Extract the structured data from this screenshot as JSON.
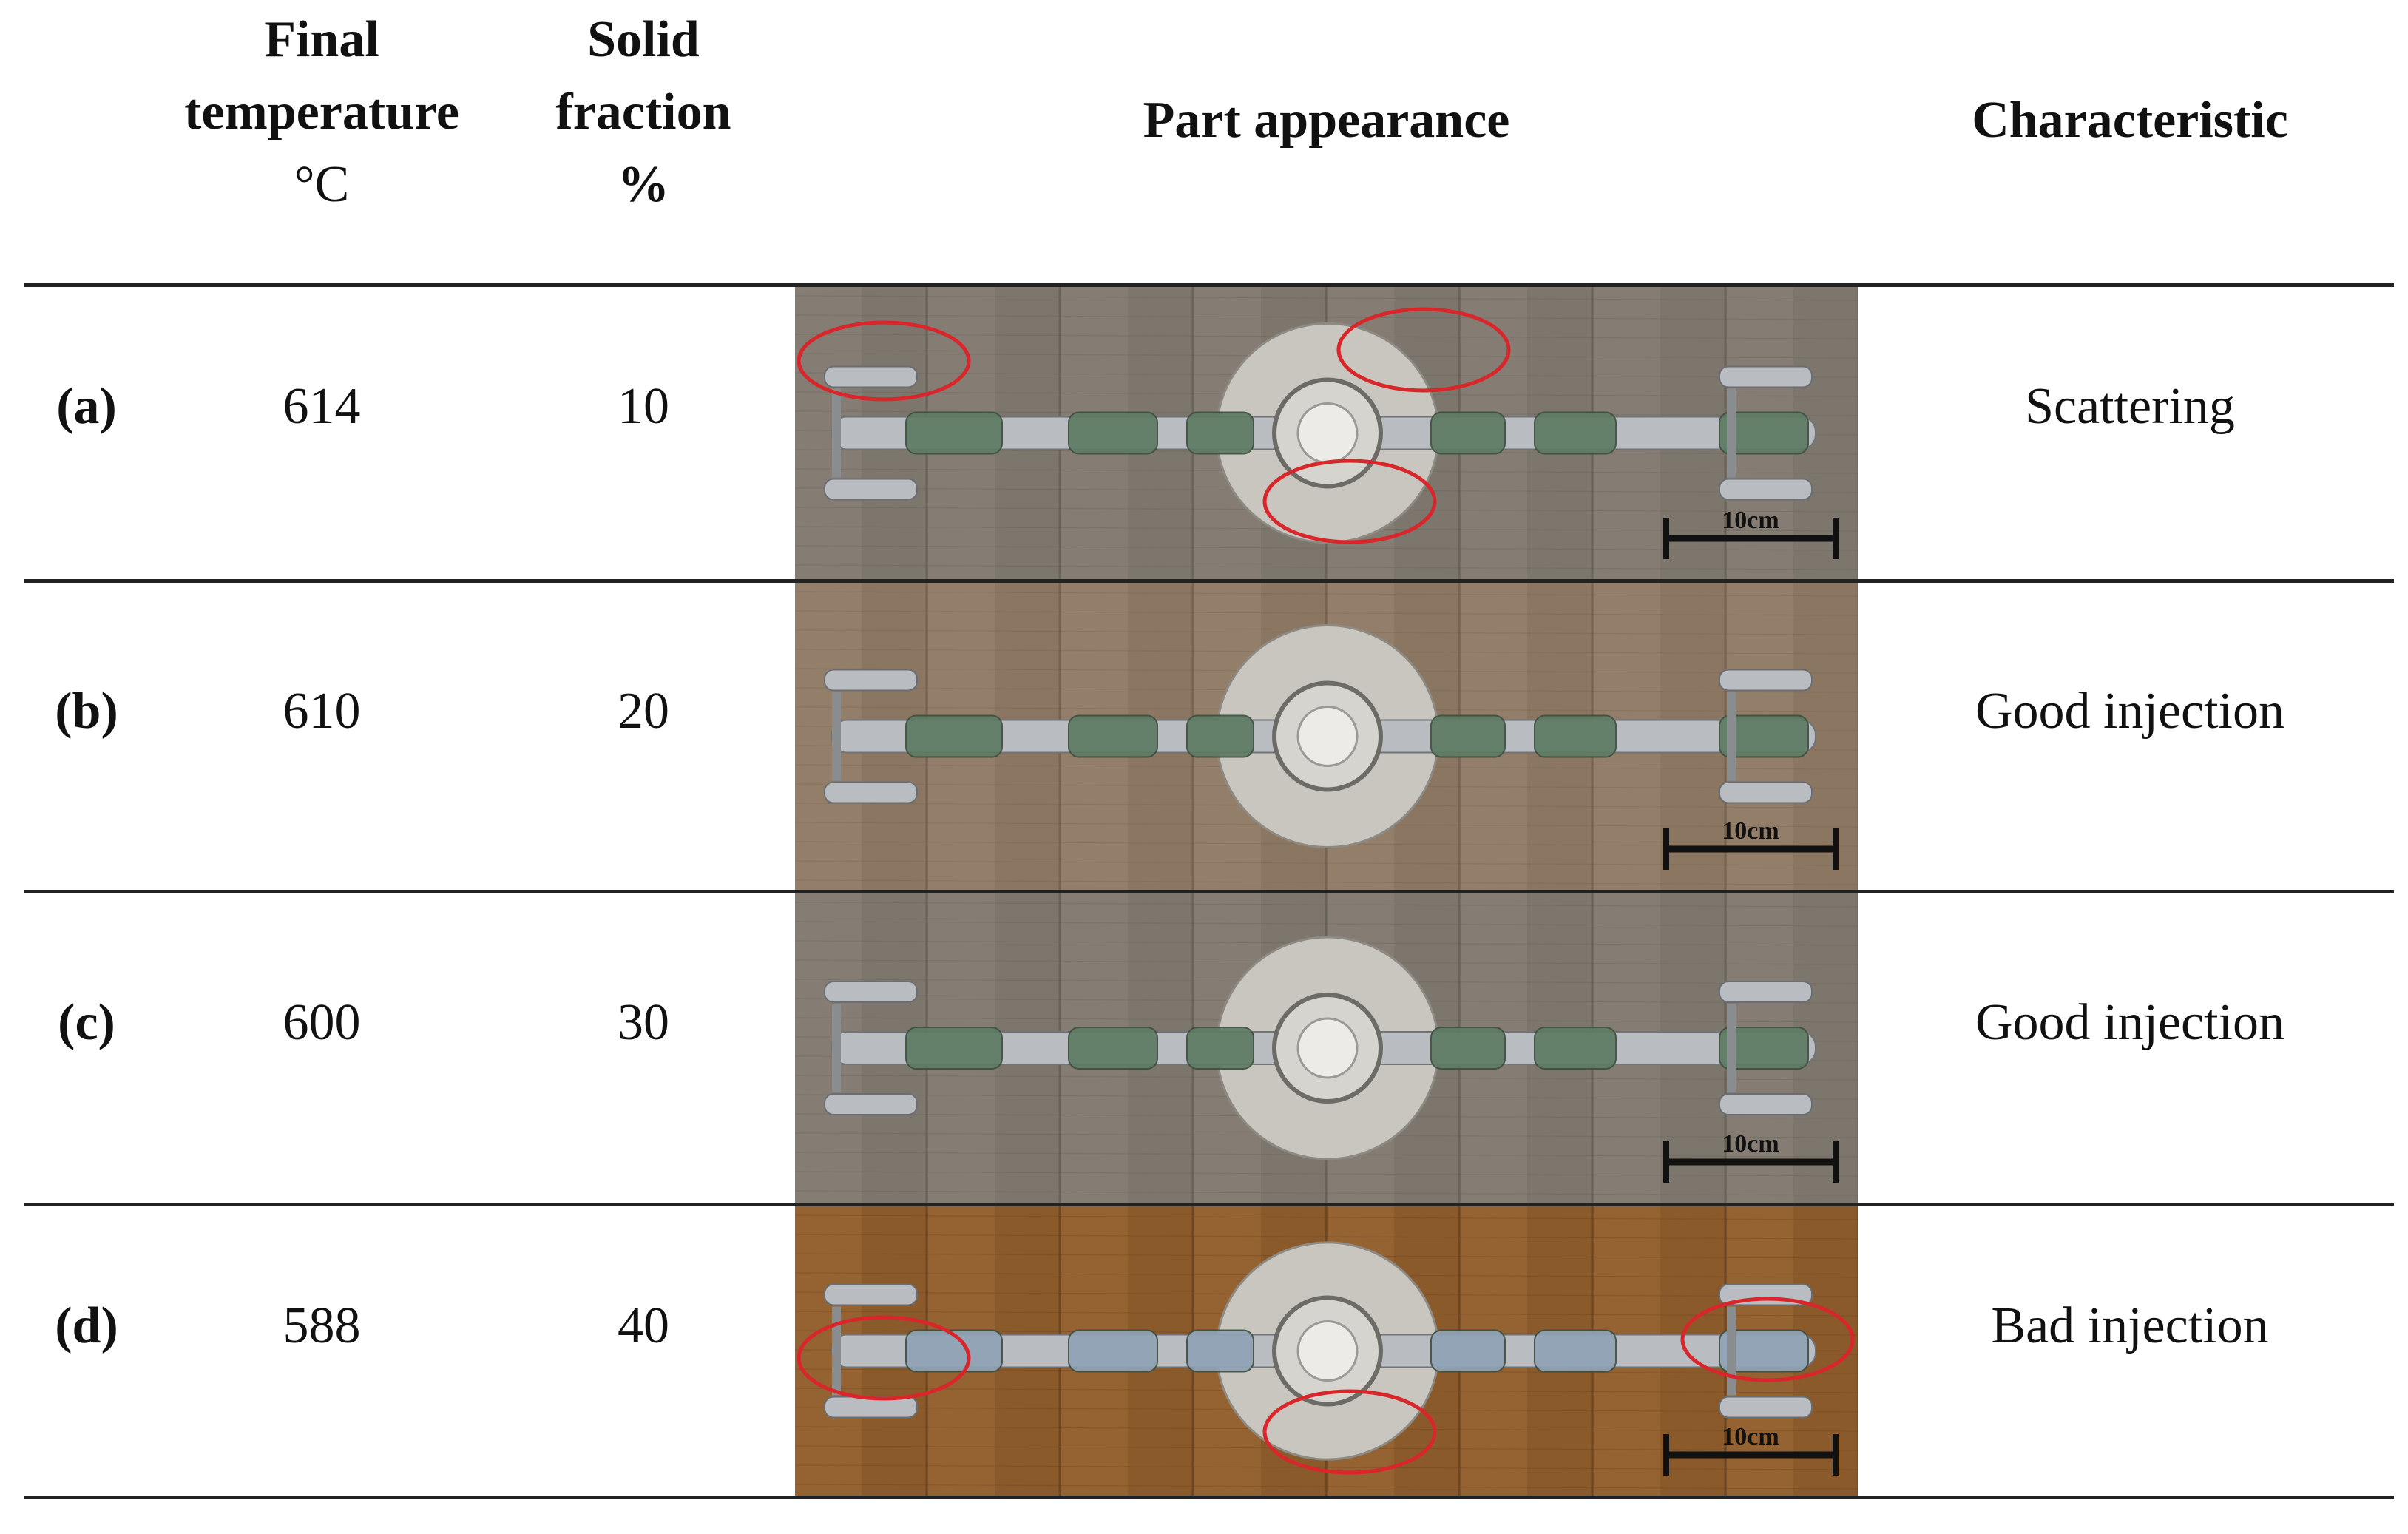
{
  "header": {
    "temperature": [
      "Final",
      "temperature",
      "°C"
    ],
    "solid_fraction": [
      "Solid",
      "fraction",
      "%"
    ],
    "appearance": "Part appearance",
    "characteristic": "Characteristic"
  },
  "rows": [
    {
      "label": "(a)",
      "temperature": "614",
      "solid_fraction": "10",
      "characteristic": "Scattering",
      "scale": "10cm",
      "background": "wood-gray"
    },
    {
      "label": "(b)",
      "temperature": "610",
      "solid_fraction": "20",
      "characteristic": "Good injection",
      "scale": "10cm",
      "background": "wood-brown"
    },
    {
      "label": "(c)",
      "temperature": "600",
      "solid_fraction": "30",
      "characteristic": "Good injection",
      "scale": "10cm",
      "background": "wood-gray"
    },
    {
      "label": "(d)",
      "temperature": "588",
      "solid_fraction": "40",
      "characteristic": "Bad injection",
      "scale": "10cm",
      "background": "wood-orange"
    }
  ],
  "colors": {
    "annotation_circle": "#d8262b",
    "metal": "#b9bcc0",
    "coating": "#5e7b63"
  }
}
